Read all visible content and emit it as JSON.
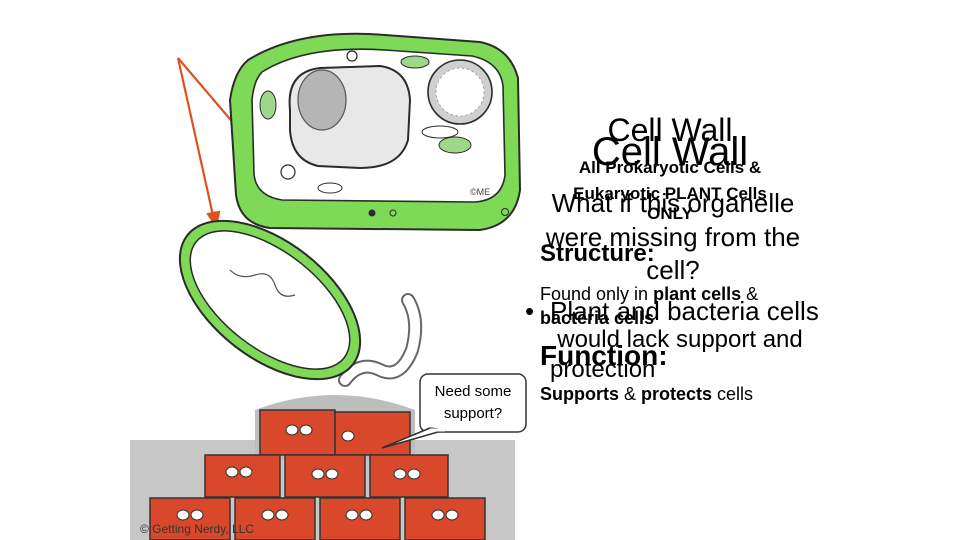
{
  "slide": {
    "title_back": "Cell Wall",
    "title_front": "Cell Wall",
    "subtitle_line1": "All Prokaryotic Cells &",
    "subtitle_line2": "Eukaryotic PLANT Cells",
    "subtitle_line3": "ONLY",
    "question_line1": "What if this organelle",
    "question_line2": "were missing from the",
    "question_line3": "cell?",
    "structure_heading": "Structure:",
    "structure_text_pre": "Found only in ",
    "structure_text_bold1": "plant cells",
    "structure_text_mid": " &",
    "structure_text_bold2": "bacteria cells",
    "answer_bullet": "•",
    "answer_line1": "Plant and bacteria cells",
    "answer_line2": "would lack support and",
    "answer_line3": "protection",
    "function_heading": "Function:",
    "function_bold1": "Supports",
    "function_mid": " & ",
    "function_bold2": "protects",
    "function_post": " cells",
    "speech_bubble_line1": "Need some",
    "speech_bubble_line2": "support?",
    "copyright": "© Getting Nerdy, LLC",
    "artist_signature": "©ME"
  },
  "colors": {
    "cell_wall_green": "#7ed957",
    "arrow_red": "#e0501e",
    "brick_red": "#d9482b",
    "mortar_gray": "#b8b8b8"
  },
  "icons": [
    "plant-cell-illustration",
    "bacterium-illustration",
    "brick-wall-illustration",
    "pointer-arrow"
  ]
}
